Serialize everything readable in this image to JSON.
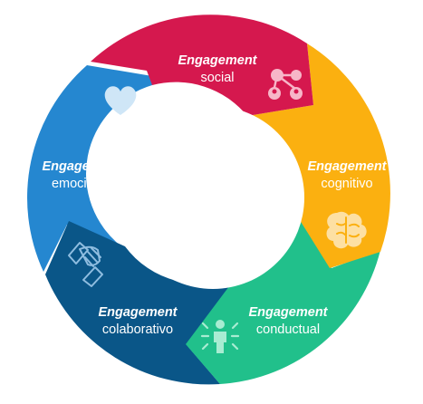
{
  "segments": [
    {
      "id": "social",
      "keyword": "Engagement",
      "label": "social",
      "color": "#d5184e",
      "icon": "network-people-icon"
    },
    {
      "id": "cognitivo",
      "keyword": "Engagement",
      "label": "cognitivo",
      "color": "#fbb010",
      "icon": "brain-icon"
    },
    {
      "id": "conductual",
      "keyword": "Engagement",
      "label": "conductual",
      "color": "#21c08b",
      "icon": "person-arrows-icon"
    },
    {
      "id": "colaborativo",
      "keyword": "Engagement",
      "label": "colaborativo",
      "color": "#0a5688",
      "icon": "hands-together-icon"
    },
    {
      "id": "emocional",
      "keyword": "Engagement",
      "label": "emocional",
      "color": "#2587d0",
      "icon": "heart-icon"
    }
  ]
}
